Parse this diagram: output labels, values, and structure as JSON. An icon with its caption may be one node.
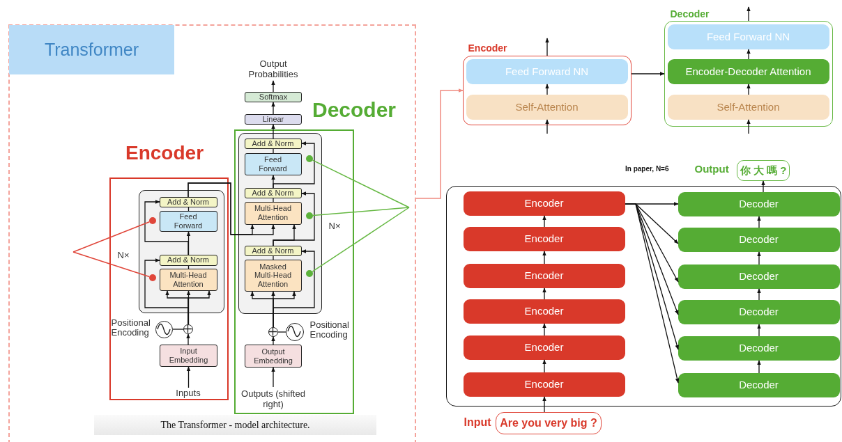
{
  "diagram": {
    "title": "Transformer",
    "caption": "The Transformer - model architecture.",
    "nodes": [
      {
        "text": [],
        "shape": "box"
      },
      {
        "text": [
          "Encoder"
        ],
        "in": 0
      },
      {
        "text": [
          "Decoder"
        ],
        "in": 0
      },
      {
        "text": [
          "N×"
        ],
        "in": 1
      },
      {
        "text": [
          "Add & Norm"
        ],
        "in": 3
      },
      {
        "text": [
          "Feed Forward"
        ],
        "in": 3
      },
      {
        "text": [
          "Add & Norm"
        ],
        "in": 3
      },
      {
        "text": [
          "Multi-Head Attention"
        ],
        "in": 3
      },
      {
        "text": [
          "Positional Encoding"
        ],
        "in": 1
      },
      {
        "text": [],
        "shape": "circle",
        "in": 1
      },
      {
        "text": [
          "Input Embedding"
        ],
        "in": 1
      },
      {
        "text": [
          "Inputs"
        ],
        "in": 1
      },
      {
        "text": [
          "Output Probabilities"
        ],
        "in": 0
      },
      {
        "text": [
          "Softmax"
        ],
        "in": 0
      },
      {
        "text": [
          "Linear"
        ],
        "in": 0
      },
      {
        "text": [
          "N×"
        ],
        "in": 2
      },
      {
        "text": [
          "Add & Norm"
        ],
        "in": 15
      },
      {
        "text": [
          "Feed Forward"
        ],
        "in": 15
      },
      {
        "text": [
          "Add & Norm"
        ],
        "in": 15
      },
      {
        "text": [
          "Multi-Head Attention"
        ],
        "in": 15
      },
      {
        "text": [
          "Add & Norm"
        ],
        "in": 15
      },
      {
        "text": [
          "Masked Multi-Head Attention"
        ],
        "in": 15
      },
      {
        "text": [],
        "shape": "circle",
        "in": 2
      },
      {
        "text": [
          "Positional Encoding"
        ],
        "in": 2
      },
      {
        "text": [
          "Output Embedding"
        ],
        "in": 2
      },
      {
        "text": [
          "Outputs (shifted right)"
        ],
        "in": 2
      },
      {
        "text": [],
        "shape": "circle",
        "in": 3
      },
      {
        "text": [],
        "shape": "circle",
        "in": 3
      },
      {
        "text": [],
        "shape": "circle",
        "in": 15
      },
      {
        "text": [],
        "shape": "circle",
        "in": 15
      },
      {
        "text": [],
        "shape": "circle",
        "in": 15
      },
      {
        "text": [
          "Encoder"
        ]
      },
      {
        "text": [
          "Feed Forward NN"
        ],
        "in": 31
      },
      {
        "text": [
          "Self-Attention"
        ],
        "in": 31
      },
      {
        "text": [
          "Decoder"
        ]
      },
      {
        "text": [
          "Feed Forward NN"
        ],
        "in": 34
      },
      {
        "text": [
          "Encoder-Decoder Attention"
        ],
        "in": 34
      },
      {
        "text": [
          "Self-Attention"
        ],
        "in": 34
      },
      {
        "text": [],
        "shape": "box"
      },
      {
        "text": [
          "Encoder"
        ],
        "in": 38
      },
      {
        "text": [
          "Encoder"
        ],
        "in": 38
      },
      {
        "text": [
          "Encoder"
        ],
        "in": 38
      },
      {
        "text": [
          "Encoder"
        ],
        "in": 38
      },
      {
        "text": [
          "Encoder"
        ],
        "in": 38
      },
      {
        "text": [
          "Encoder"
        ],
        "in": 38
      },
      {
        "text": [
          "Decoder"
        ],
        "in": 38
      },
      {
        "text": [
          "Decoder"
        ],
        "in": 38
      },
      {
        "text": [
          "Decoder"
        ],
        "in": 38
      },
      {
        "text": [
          "Decoder"
        ],
        "in": 38
      },
      {
        "text": [
          "Decoder"
        ],
        "in": 38
      },
      {
        "text": [
          "Decoder"
        ],
        "in": 38
      },
      {
        "text": [
          "Input",
          "Are you very big ?"
        ]
      },
      {
        "text": [
          "Output",
          "你 大 嗎 ?"
        ]
      }
    ],
    "edges": [
      {
        "from": 11,
        "to": 10,
        "arrow": "to"
      },
      {
        "from": 10,
        "to": 9,
        "arrow": "to"
      },
      {
        "from": 8,
        "to": 9,
        "arrow": "none"
      },
      {
        "from": 9,
        "to": 7,
        "arrow": "to"
      },
      {
        "from": 7,
        "to": 6,
        "arrow": "none"
      },
      {
        "from": 6,
        "to": 5,
        "arrow": "to"
      },
      {
        "from": 5,
        "to": 4,
        "arrow": "none"
      },
      {
        "from": 9,
        "to": 6,
        "arrow": "to"
      },
      {
        "from": 6,
        "to": 4,
        "arrow": "to"
      },
      {
        "from": 4,
        "to": 19,
        "arrow": "to"
      },
      {
        "from": 25,
        "to": 24,
        "arrow": "to"
      },
      {
        "from": 24,
        "to": 22,
        "arrow": "to"
      },
      {
        "from": 23,
        "to": 22,
        "arrow": "none"
      },
      {
        "from": 22,
        "to": 21,
        "arrow": "to"
      },
      {
        "from": 21,
        "to": 20,
        "arrow": "none"
      },
      {
        "from": 22,
        "to": 20,
        "arrow": "to"
      },
      {
        "from": 20,
        "to": 19,
        "arrow": "to"
      },
      {
        "from": 19,
        "to": 18,
        "arrow": "none"
      },
      {
        "from": 20,
        "to": 18,
        "arrow": "to"
      },
      {
        "from": 18,
        "to": 17,
        "arrow": "to"
      },
      {
        "from": 17,
        "to": 16,
        "arrow": "none"
      },
      {
        "from": 18,
        "to": 16,
        "arrow": "to"
      },
      {
        "from": 16,
        "to": 14,
        "arrow": "to"
      },
      {
        "from": 14,
        "to": 13,
        "arrow": "to"
      },
      {
        "from": 13,
        "to": 12,
        "arrow": "to"
      },
      {
        "from": null,
        "to": 26,
        "arrow": "none",
        "color": "#e0463a"
      },
      {
        "from": null,
        "to": 27,
        "arrow": "none",
        "color": "#e0463a"
      },
      {
        "from": null,
        "to": 28,
        "arrow": "none",
        "color": "#66b843"
      },
      {
        "from": null,
        "to": 29,
        "arrow": "none",
        "color": "#66b843"
      },
      {
        "from": null,
        "to": 30,
        "arrow": "none",
        "color": "#66b843"
      },
      {
        "from": 0,
        "to": 31,
        "arrow": "to",
        "color": "#f08a80"
      },
      {
        "from": null,
        "to": 33,
        "arrow": "to"
      },
      {
        "from": 33,
        "to": 32,
        "arrow": "to"
      },
      {
        "from": 31,
        "to": null,
        "arrow": "to"
      },
      {
        "from": 31,
        "to": 34,
        "arrow": "to"
      },
      {
        "from": null,
        "to": 37,
        "arrow": "to"
      },
      {
        "from": 37,
        "to": 36,
        "arrow": "to"
      },
      {
        "from": 36,
        "to": 35,
        "arrow": "to"
      },
      {
        "from": 34,
        "to": null,
        "arrow": "to"
      },
      {
        "from": 51,
        "to": 44,
        "arrow": "to"
      },
      {
        "from": 44,
        "to": 43,
        "arrow": "to"
      },
      {
        "from": 43,
        "to": 42,
        "arrow": "to"
      },
      {
        "from": 42,
        "to": 41,
        "arrow": "to"
      },
      {
        "from": 41,
        "to": 40,
        "arrow": "to"
      },
      {
        "from": 40,
        "to": 39,
        "arrow": "to"
      },
      {
        "from": 39,
        "to": 45,
        "arrow": "to"
      },
      {
        "from": 39,
        "to": 46,
        "arrow": "to"
      },
      {
        "from": 39,
        "to": 47,
        "arrow": "to"
      },
      {
        "from": 39,
        "to": 48,
        "arrow": "to"
      },
      {
        "from": 39,
        "to": 49,
        "arrow": "to"
      },
      {
        "from": 39,
        "to": 50,
        "arrow": "to"
      },
      {
        "from": 50,
        "to": 49,
        "arrow": "to"
      },
      {
        "from": 49,
        "to": 48,
        "arrow": "to"
      },
      {
        "from": 48,
        "to": 47,
        "arrow": "to"
      },
      {
        "from": 47,
        "to": 46,
        "arrow": "to"
      },
      {
        "from": 46,
        "to": 45,
        "arrow": "to"
      },
      {
        "from": 45,
        "to": 52,
        "arrow": "to"
      },
      {
        "from": 9,
        "to": 7,
        "arrow": "to"
      },
      {
        "from": 9,
        "to": 7,
        "arrow": "to"
      },
      {
        "from": 22,
        "to": 21,
        "arrow": "to"
      },
      {
        "from": 22,
        "to": 21,
        "arrow": "to"
      },
      {
        "from": 4,
        "to": 19,
        "arrow": "to"
      }
    ],
    "labels": [
      "In paper, N=6"
    ]
  }
}
